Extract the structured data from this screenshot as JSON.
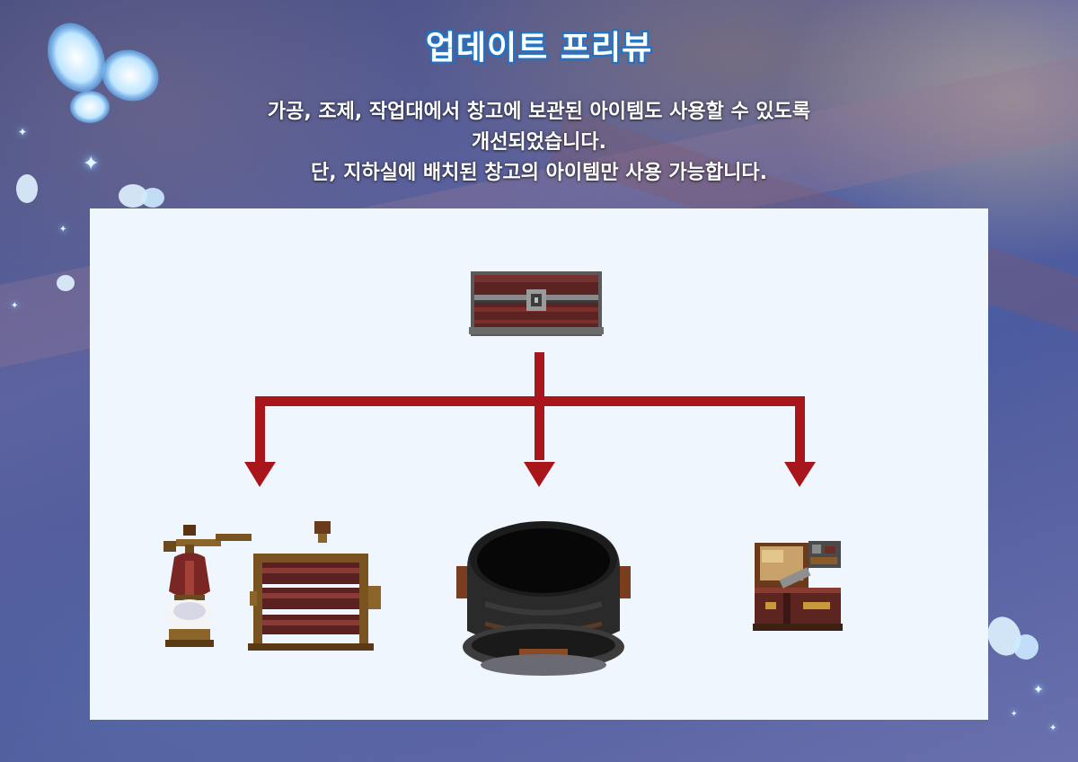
{
  "header": {
    "title": "업데이트 프리뷰",
    "description_lines": [
      "가공, 조제, 작업대에서 창고에 보관된 아이템도 사용할 수 있도록",
      "개선되었습니다.",
      "단, 지하실에 배치된 창고의 아이템만 사용 가능합니다."
    ]
  },
  "diagram": {
    "source_icon": "storage-chest-icon",
    "target_icons": [
      "processing-machine-icon",
      "cauldron-icon",
      "workbench-icon"
    ],
    "arrow_color": "#a8161b"
  },
  "colors": {
    "panel_background": "#eff6fd",
    "title_outline": "#1f6fc0"
  }
}
